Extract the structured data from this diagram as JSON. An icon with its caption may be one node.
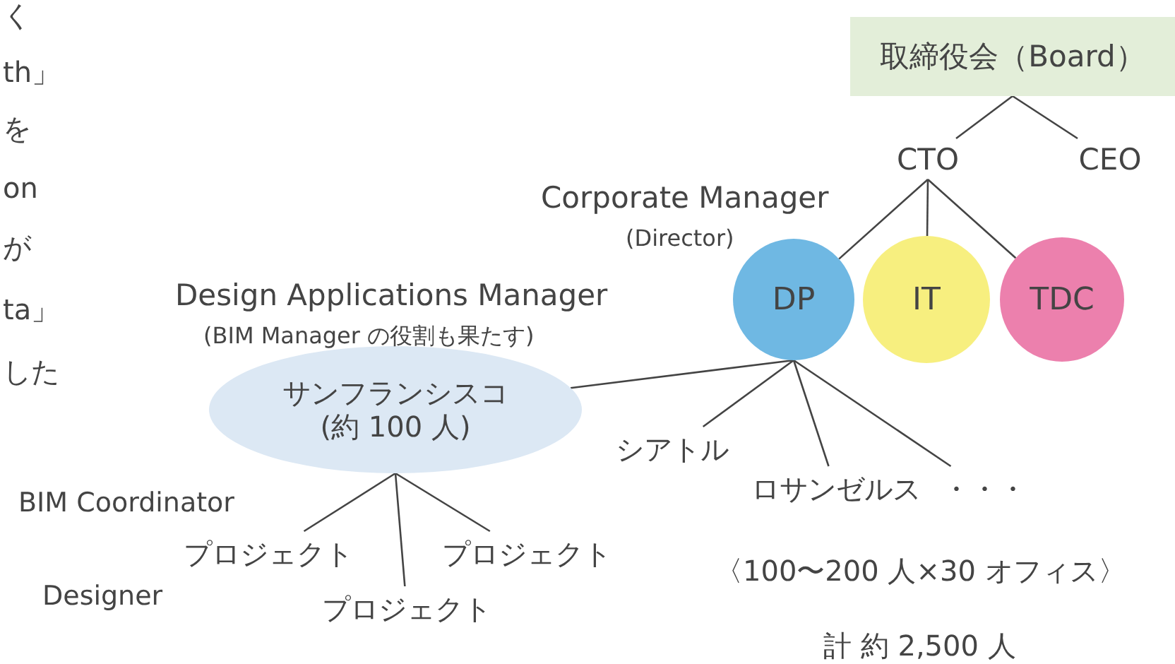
{
  "diagram": {
    "nodes": [
      {
        "text": [
          "取締役会（Board）"
        ]
      },
      {
        "text": [
          "CTO"
        ]
      },
      {
        "text": [
          "CEO"
        ]
      },
      {
        "text": [
          "DP"
        ]
      },
      {
        "text": [
          "IT"
        ]
      },
      {
        "text": [
          "TDC"
        ]
      },
      {
        "text": [
          "サンフランシスコ",
          "(約 100 人)"
        ]
      },
      {
        "text": [
          "シアトル"
        ]
      },
      {
        "text": [
          "ロサンゼルス"
        ]
      },
      {
        "text": [
          "・・・"
        ]
      },
      {
        "text": [
          "プロジェクト"
        ]
      },
      {
        "text": [
          "プロジェクト"
        ]
      },
      {
        "text": [
          "プロジェクト"
        ]
      }
    ],
    "edges": [
      {
        "from": 0,
        "to": 1,
        "arrow": "none"
      },
      {
        "from": 0,
        "to": 2,
        "arrow": "none"
      },
      {
        "from": 1,
        "to": 3,
        "arrow": "none"
      },
      {
        "from": 1,
        "to": 4,
        "arrow": "none"
      },
      {
        "from": 1,
        "to": 5,
        "arrow": "none"
      },
      {
        "from": 3,
        "to": 6,
        "arrow": "none"
      },
      {
        "from": 3,
        "to": 7,
        "arrow": "none"
      },
      {
        "from": 3,
        "to": 8,
        "arrow": "none"
      },
      {
        "from": 3,
        "to": 9,
        "arrow": "none"
      },
      {
        "from": 6,
        "to": 10,
        "arrow": "none"
      },
      {
        "from": 6,
        "to": 11,
        "arrow": "none"
      },
      {
        "from": 6,
        "to": 12,
        "arrow": "none"
      }
    ],
    "labels": [
      "く",
      "th」",
      "を",
      "on",
      "が",
      "ta」",
      "した",
      "Corporate Manager",
      "(Director)",
      "Design Applications Manager",
      "(BIM Manager の役割も果たす)",
      "BIM Coordinator",
      "Designer",
      "〈100〜200 人×30 オフィス〉",
      "計 約 2,500 人"
    ]
  }
}
